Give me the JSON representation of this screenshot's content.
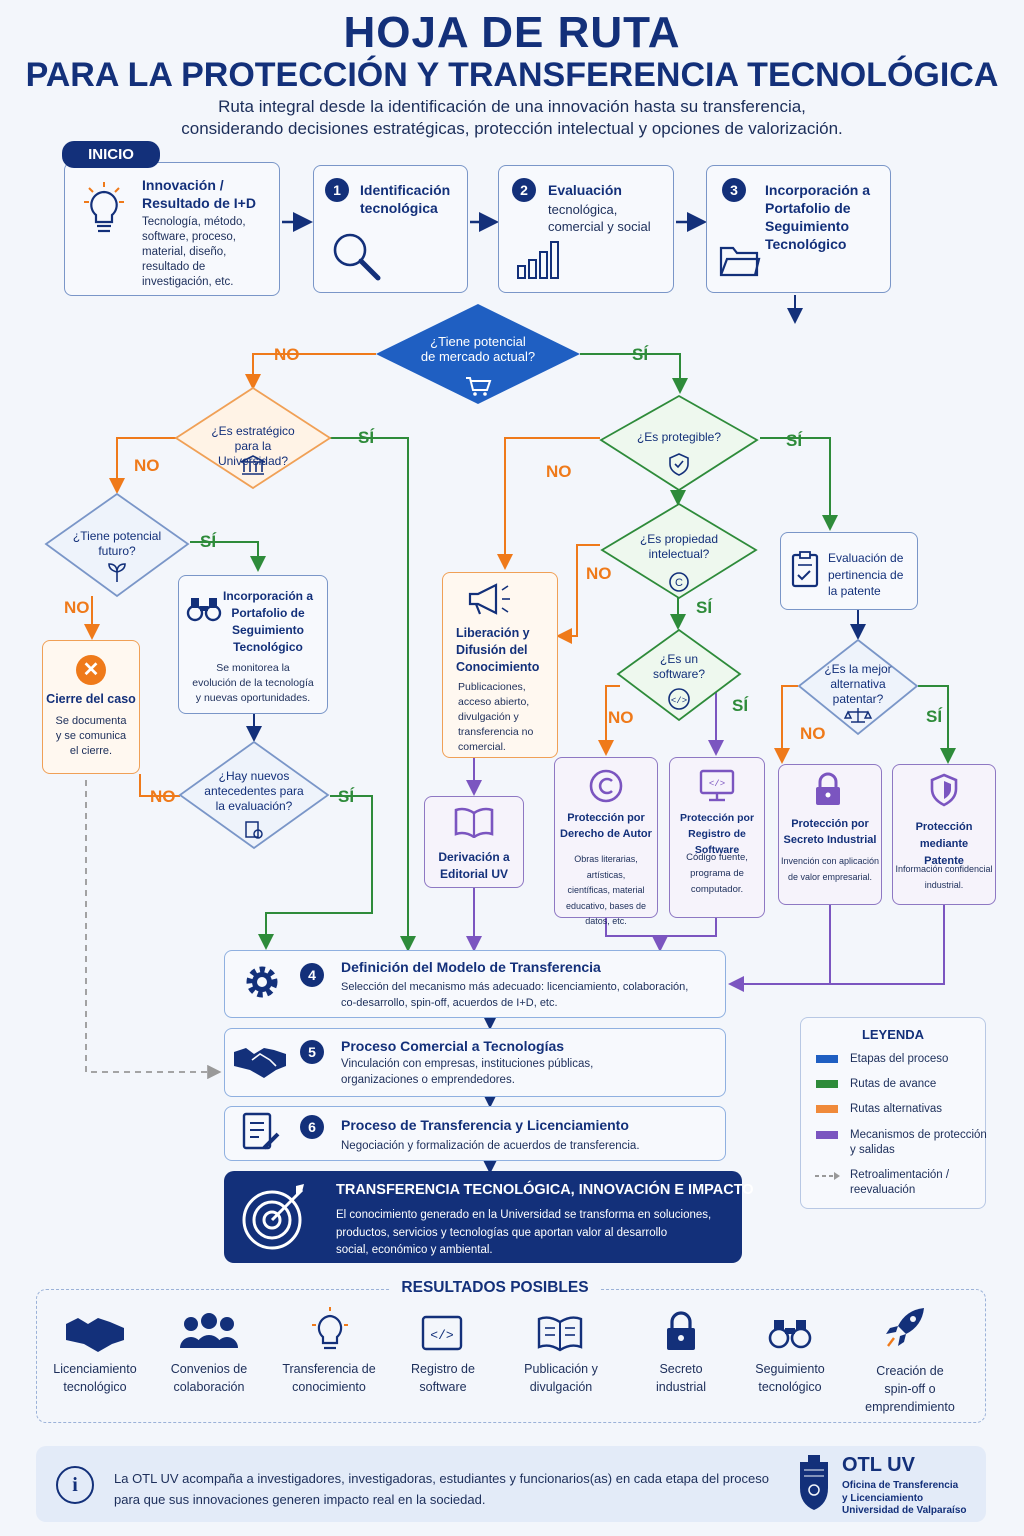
{
  "header": {
    "title": "HOJA DE RUTA",
    "subtitle": "PARA LA PROTECCIÓN Y TRANSFERENCIA TECNOLÓGICA",
    "description_1": "Ruta integral desde la identificación de una innovación hasta su transferencia,",
    "description_2": "considerando decisiones estratégicas, protección intelectual y opciones de valorización."
  },
  "start": {
    "badge": "INICIO",
    "title_1": "Innovación /",
    "title_2": "Resultado de I+D",
    "text": [
      "Tecnología, método,",
      "software, proceso,",
      "material, diseño,",
      "resultado de",
      "investigación, etc."
    ]
  },
  "steps": [
    {
      "num": "1",
      "title_1": "Identificación",
      "title_2": "tecnológica"
    },
    {
      "num": "2",
      "title": "Evaluación",
      "text_1": "tecnológica,",
      "text_2": "comercial y social"
    },
    {
      "num": "3",
      "title_1": "Incorporación a",
      "title_2": "Portafolio de",
      "title_3": "Seguimiento",
      "title_4": "Tecnológico"
    }
  ],
  "decisions": {
    "market": {
      "line1": "¿Tiene potencial",
      "line2": "de mercado actual?"
    },
    "strategic": {
      "line1": "¿Es estratégico",
      "line2": "para la",
      "line3": "Universidad?"
    },
    "future": {
      "line1": "¿Tiene potencial",
      "line2": "futuro?"
    },
    "protectable": {
      "line1": "¿Es protegible?"
    },
    "ip": {
      "line1": "¿Es propiedad",
      "line2": "intelectual?"
    },
    "software": {
      "line1": "¿Es un",
      "line2": "software?"
    },
    "new_background": {
      "line1": "¿Hay nuevos",
      "line2": "antecedentes para",
      "line3": "la evaluación?"
    },
    "best_alt": {
      "line1": "¿Es la mejor",
      "line2": "alternativa",
      "line3": "patentar?"
    }
  },
  "labels": {
    "yes": "SÍ",
    "no": "NO"
  },
  "boxes": {
    "close": {
      "title": "Cierre del caso",
      "text": [
        "Se documenta",
        "y se comunica",
        "el cierre."
      ]
    },
    "portfolio": {
      "title": [
        "Incorporación a",
        "Portafolio de",
        "Seguimiento",
        "Tecnológico"
      ],
      "text": [
        "Se monitorea la",
        "evolución de la tecnología",
        "y nuevas oportunidades."
      ]
    },
    "release": {
      "title": [
        "Liberación y",
        "Difusión del",
        "Conocimiento"
      ],
      "text": [
        "Publicaciones,",
        "acceso abierto,",
        "divulgación y",
        "transferencia no",
        "comercial."
      ]
    },
    "editorial": {
      "title": [
        "Derivación a",
        "Editorial UV"
      ]
    },
    "patent_eval": {
      "title": [
        "Evaluación de",
        "pertinencia de",
        "la patente"
      ]
    },
    "copyright": {
      "title": [
        "Protección por",
        "Derecho de Autor"
      ],
      "text": [
        "Obras literarias, artísticas,",
        "científicas, material",
        "educativo, bases de",
        "datos, etc."
      ]
    },
    "software_reg": {
      "title": [
        "Protección por",
        "Registro de Software"
      ],
      "text": [
        "Código fuente,",
        "programa de",
        "computador."
      ]
    },
    "secret": {
      "title": [
        "Protección por",
        "Secreto Industrial"
      ],
      "text": [
        "Invención con aplicación",
        "de valor empresarial."
      ]
    },
    "patent": {
      "title": [
        "Protección mediante",
        "Patente"
      ],
      "text": [
        "Información confidencial",
        "industrial."
      ]
    }
  },
  "stages": [
    {
      "num": "4",
      "title": "Definición del Modelo de Transferencia",
      "text_1": "Selección del mecanismo más adecuado: licenciamiento, colaboración,",
      "text_2": "co-desarrollo, spin-off, acuerdos de I+D, etc."
    },
    {
      "num": "5",
      "title": "Proceso Comercial a Tecnologías",
      "text_1": "Vinculación con empresas, instituciones públicas,",
      "text_2": "organizaciones o emprendedores."
    },
    {
      "num": "6",
      "title": "Proceso de Transferencia  y Licenciamiento",
      "text_1": "Negociación y formalización de acuerdos de transferencia."
    }
  ],
  "final": {
    "title": "TRANSFERENCIA TECNOLÓGICA, INNOVACIÓN E IMPACTO",
    "text": [
      "El conocimiento generado en la Universidad se transforma en soluciones,",
      "productos, servicios y tecnologías que aportan valor al desarrollo",
      "social, económico y ambiental."
    ]
  },
  "legend": {
    "title": "LEYENDA",
    "items": [
      {
        "color": "#1f5fc2",
        "label": [
          "Etapas del proceso"
        ]
      },
      {
        "color": "#2e8b3a",
        "label": [
          "Rutas de avance"
        ]
      },
      {
        "color": "#f08a3a",
        "label": [
          "Rutas alternativas"
        ]
      },
      {
        "color": "#7b55c0",
        "label": [
          "Mecanismos de protección",
          "y salidas"
        ]
      },
      {
        "color": "#888888",
        "label": [
          "Retroalimentación /",
          "reevaluación"
        ]
      }
    ]
  },
  "results": {
    "title": "RESULTADOS POSIBLES",
    "items": [
      {
        "icon": "handshake-icon",
        "label": [
          "Licenciamiento",
          "tecnológico"
        ]
      },
      {
        "icon": "people-icon",
        "label": [
          "Convenios de",
          "colaboración"
        ]
      },
      {
        "icon": "lightbulb-icon",
        "label": [
          "Transferencia de",
          "conocimiento"
        ]
      },
      {
        "icon": "code-icon",
        "label": [
          "Registro de",
          "software"
        ]
      },
      {
        "icon": "book-icon",
        "label": [
          "Publicación y",
          "divulgación"
        ]
      },
      {
        "icon": "lock-icon",
        "label": [
          "Secreto",
          "industrial"
        ]
      },
      {
        "icon": "binoculars-icon",
        "label": [
          "Seguimiento",
          "tecnológico"
        ]
      },
      {
        "icon": "rocket-icon",
        "label": [
          "Creación de",
          "spin-off o",
          "emprendimiento"
        ]
      }
    ]
  },
  "footer": {
    "text_1": "La OTL UV acompaña a investigadores, investigadoras, estudiantes y funcionarios(as) en cada etapa del proceso",
    "text_2": "para que sus innovaciones generen impacto real en la sociedad.",
    "org": "OTL UV",
    "org_1": "Oficina de Transferencia",
    "org_2": "y Licenciamiento",
    "org_3": "Universidad de Valparaíso"
  }
}
